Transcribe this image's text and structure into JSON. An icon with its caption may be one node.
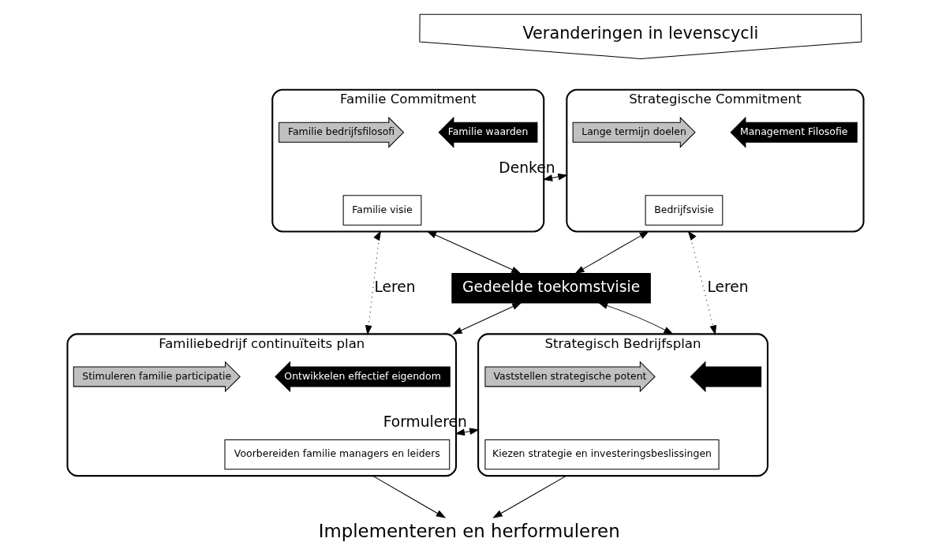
{
  "diagram": {
    "nodes": [
      {
        "text": [
          "Veranderingen in levenscycli"
        ]
      },
      {
        "text": [
          "Familie Commitment"
        ]
      },
      {
        "text": [
          "Familie waarden"
        ],
        "in": 1
      },
      {
        "text": [
          "Familie bedrijfsfilosofi"
        ],
        "in": 1
      },
      {
        "text": [
          "Familie visie"
        ],
        "in": 1
      },
      {
        "text": [
          "Strategische Commitment"
        ]
      },
      {
        "text": [
          "Management Filosofie"
        ],
        "in": 5
      },
      {
        "text": [
          "Lange termijn doelen"
        ],
        "in": 5
      },
      {
        "text": [
          "Bedrijfsvisie"
        ],
        "in": 5
      },
      {
        "text": [
          "Gedeelde toekomstvisie"
        ]
      },
      {
        "text": [
          "Familiebedrijf continuïteits plan"
        ]
      },
      {
        "text": [
          "Ontwikkelen effectief eigendom"
        ],
        "in": 10
      },
      {
        "text": [
          "Stimuleren familie participatie"
        ],
        "in": 10
      },
      {
        "text": [
          "Voorbereiden familie managers en leiders"
        ],
        "in": 10
      },
      {
        "text": [
          "Strategisch Bedrijfsplan"
        ]
      },
      {
        "text": [],
        "shape": "arrow",
        "in": 14
      },
      {
        "text": [
          "Vaststellen strategische potent"
        ],
        "in": 14
      },
      {
        "text": [
          "Kiezen strategie en investeringsbeslissingen"
        ],
        "in": 14
      },
      {
        "text": [
          "Implementeren en herformuleren"
        ]
      }
    ],
    "edges": [
      {
        "from": 1,
        "to": 5,
        "arrow": "both",
        "label": "Denken"
      },
      {
        "from": 1,
        "to": 9,
        "arrow": "both"
      },
      {
        "from": 5,
        "to": 9,
        "arrow": "both"
      },
      {
        "from": 10,
        "to": 9,
        "arrow": "both"
      },
      {
        "from": 14,
        "to": 9,
        "arrow": "both"
      },
      {
        "from": 10,
        "to": 14,
        "arrow": "both",
        "label": "Formuleren"
      },
      {
        "from": 1,
        "to": 10,
        "arrow": "both",
        "label": "Leren",
        "style": "dashed"
      },
      {
        "from": 5,
        "to": 14,
        "arrow": "both",
        "label": "Leren",
        "style": "dashed"
      },
      {
        "from": 10,
        "to": 18,
        "arrow": "to"
      },
      {
        "from": 14,
        "to": 18,
        "arrow": "to"
      }
    ]
  }
}
